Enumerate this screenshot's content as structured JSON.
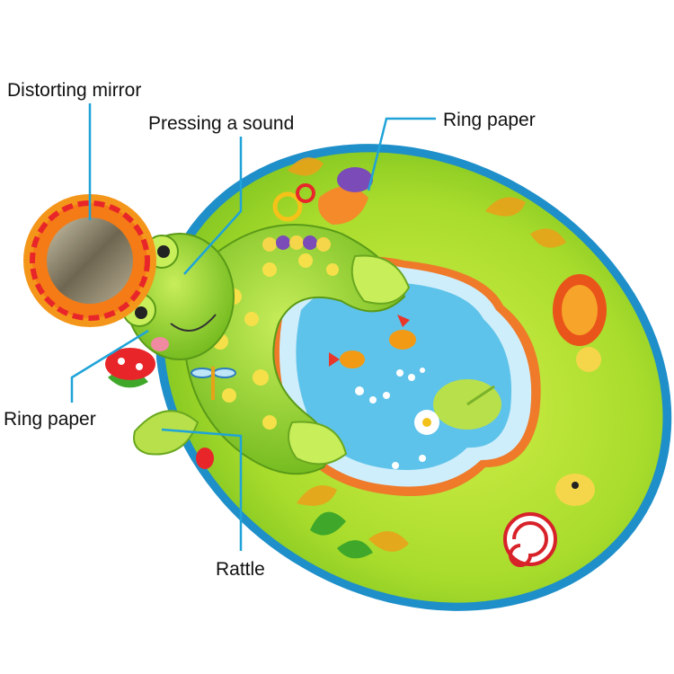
{
  "callouts": {
    "distorting_mirror": "Distorting mirror",
    "pressing_sound": "Pressing a sound",
    "ring_paper_top": "Ring paper",
    "ring_paper_left": "Ring paper",
    "rattle": "Rattle"
  },
  "colors": {
    "leader_line": "#1fa3d8",
    "mat_edge": "#1e8fc9",
    "mat_green": "#b6e233",
    "pond_blue": "#5ec3ea",
    "frog_green": "#8fd12a",
    "mirror_orange": "#f47b16"
  }
}
